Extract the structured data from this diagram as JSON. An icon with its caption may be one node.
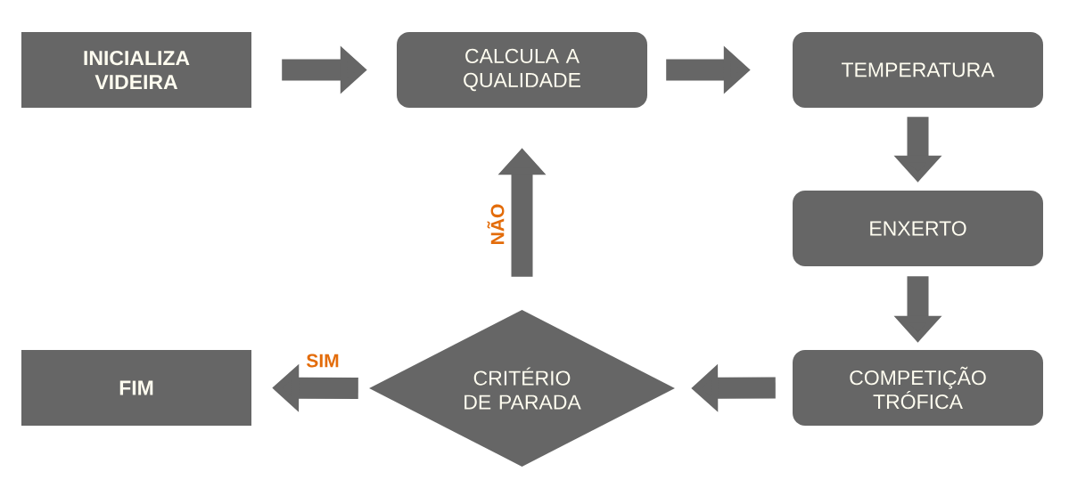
{
  "diagram": {
    "nodes": [
      {
        "text": [
          "INICIALIZA VIDEIRA"
        ]
      },
      {
        "text": [
          "CALCULA A QUALIDADE"
        ]
      },
      {
        "text": [
          "TEMPERATURA"
        ]
      },
      {
        "text": [
          "ENXERTO"
        ]
      },
      {
        "text": [
          "COMPETIÇÃO TRÓFICA"
        ]
      },
      {
        "text": [
          "CRITÉRIO DE PARADA"
        ]
      },
      {
        "text": [
          "FIM"
        ]
      }
    ],
    "edges": [
      {
        "from": 0,
        "to": 1,
        "arrow": "to"
      },
      {
        "from": 1,
        "to": 2,
        "arrow": "to"
      },
      {
        "from": 2,
        "to": 3,
        "arrow": "to"
      },
      {
        "from": 3,
        "to": 4,
        "arrow": "to"
      },
      {
        "from": 4,
        "to": 5,
        "arrow": "to"
      },
      {
        "from": 5,
        "to": 1,
        "arrow": "to",
        "label": "NÃO"
      },
      {
        "from": 5,
        "to": 6,
        "arrow": "to",
        "label": "SIM"
      }
    ]
  }
}
